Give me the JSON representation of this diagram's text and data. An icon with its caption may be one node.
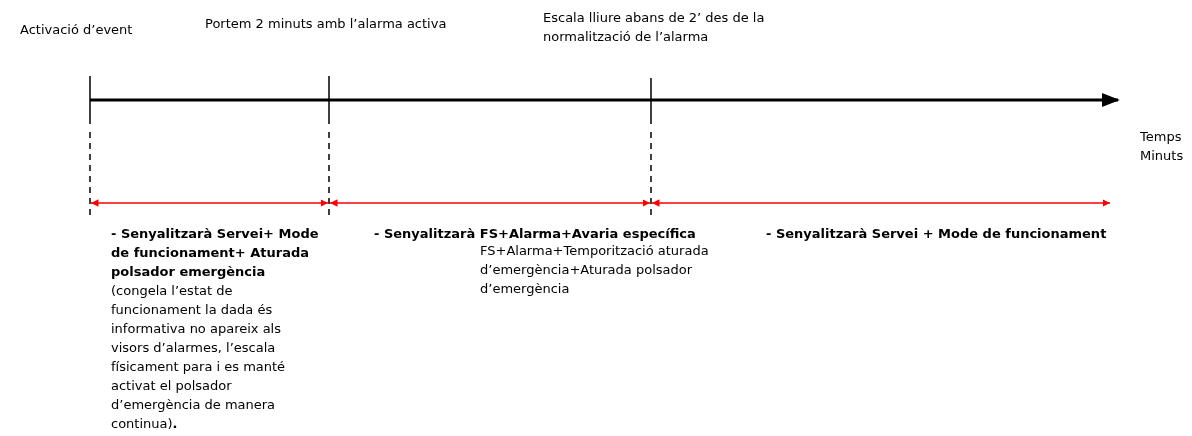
{
  "diagram": {
    "labels": [
      "Activació d’event",
      "Portem 2 minuts amb l’alarma activa",
      "Escala lliure abans de 2’ des de la normalització de l’alarma",
      "Temps Minuts",
      "**- Senyalitzarà Servei+ Mode de funcionament+ Aturada polsador emergència** (congela l’estat de funcionament la dada és informativa no apareix als visors d’alarmes, l’escala físicament para i es manté activat el polsador d’emergència de manera continua)**.**",
      "- Senyalitzarà FS+Alarma+Avaria específica",
      "FS+Alarma+Temporització aturada d’emergència+Aturada polsador d’emergència",
      "- Senyalitzarà Servei + Mode de funcionament"
    ]
  }
}
